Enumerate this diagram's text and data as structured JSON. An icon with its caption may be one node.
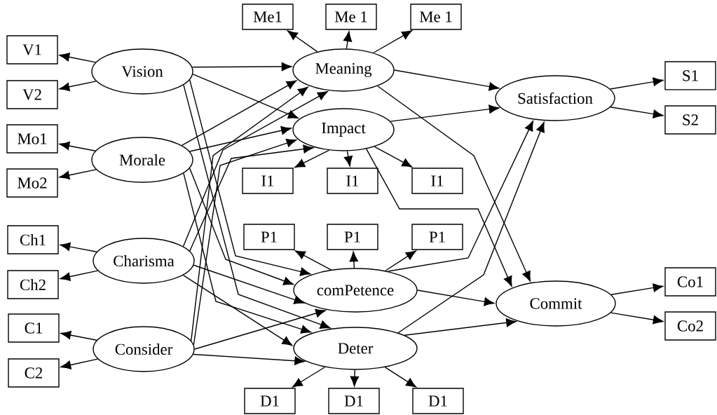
{
  "diagram": {
    "nodes": [
      {
        "text": [
          "V1"
        ]
      },
      {
        "text": [
          "V2"
        ]
      },
      {
        "text": [
          "Mo1"
        ]
      },
      {
        "text": [
          "Mo2"
        ]
      },
      {
        "text": [
          "Ch1"
        ]
      },
      {
        "text": [
          "Ch2"
        ]
      },
      {
        "text": [
          "C1"
        ]
      },
      {
        "text": [
          "C2"
        ]
      },
      {
        "text": [
          "Vision"
        ]
      },
      {
        "text": [
          "Morale"
        ]
      },
      {
        "text": [
          "Charisma"
        ]
      },
      {
        "text": [
          "Consider"
        ]
      },
      {
        "text": [
          "Me1"
        ]
      },
      {
        "text": [
          "Me 1"
        ]
      },
      {
        "text": [
          "Me 1"
        ]
      },
      {
        "text": [
          "Meaning"
        ]
      },
      {
        "text": [
          "Impact"
        ]
      },
      {
        "text": [
          "I1"
        ]
      },
      {
        "text": [
          "I1"
        ]
      },
      {
        "text": [
          "I1"
        ]
      },
      {
        "text": [
          "P1"
        ]
      },
      {
        "text": [
          "P1"
        ]
      },
      {
        "text": [
          "P1"
        ]
      },
      {
        "text": [
          "comPetence"
        ]
      },
      {
        "text": [
          "Deter"
        ]
      },
      {
        "text": [
          "D1"
        ]
      },
      {
        "text": [
          "D1"
        ]
      },
      {
        "text": [
          "D1"
        ]
      },
      {
        "text": [
          "Satisfaction"
        ]
      },
      {
        "text": [
          "Commit"
        ]
      },
      {
        "text": [
          "S1"
        ]
      },
      {
        "text": [
          "S2"
        ]
      },
      {
        "text": [
          "Co1"
        ]
      },
      {
        "text": [
          "Co2"
        ]
      }
    ],
    "edges": [
      {
        "from": 8,
        "to": 0,
        "arrow": "to"
      },
      {
        "from": 8,
        "to": 1,
        "arrow": "to"
      },
      {
        "from": 9,
        "to": 2,
        "arrow": "to"
      },
      {
        "from": 9,
        "to": 3,
        "arrow": "to"
      },
      {
        "from": 10,
        "to": 4,
        "arrow": "to"
      },
      {
        "from": 10,
        "to": 5,
        "arrow": "to"
      },
      {
        "from": 11,
        "to": 6,
        "arrow": "to"
      },
      {
        "from": 11,
        "to": 7,
        "arrow": "to"
      },
      {
        "from": 8,
        "to": 15,
        "arrow": "to"
      },
      {
        "from": 8,
        "to": 16,
        "arrow": "to"
      },
      {
        "from": 8,
        "to": 23,
        "arrow": "to"
      },
      {
        "from": 8,
        "to": 24,
        "arrow": "to"
      },
      {
        "from": 9,
        "to": 15,
        "arrow": "to"
      },
      {
        "from": 9,
        "to": 16,
        "arrow": "to"
      },
      {
        "from": 9,
        "to": 23,
        "arrow": "to"
      },
      {
        "from": 9,
        "to": 24,
        "arrow": "to"
      },
      {
        "from": 10,
        "to": 15,
        "arrow": "to"
      },
      {
        "from": 10,
        "to": 16,
        "arrow": "to"
      },
      {
        "from": 10,
        "to": 23,
        "arrow": "to"
      },
      {
        "from": 10,
        "to": 24,
        "arrow": "to"
      },
      {
        "from": 11,
        "to": 15,
        "arrow": "to"
      },
      {
        "from": 11,
        "to": 16,
        "arrow": "to"
      },
      {
        "from": 11,
        "to": 23,
        "arrow": "to"
      },
      {
        "from": 11,
        "to": 24,
        "arrow": "to"
      },
      {
        "from": 15,
        "to": 12,
        "arrow": "to"
      },
      {
        "from": 15,
        "to": 13,
        "arrow": "to"
      },
      {
        "from": 15,
        "to": 14,
        "arrow": "to"
      },
      {
        "from": 16,
        "to": 17,
        "arrow": "to"
      },
      {
        "from": 16,
        "to": 18,
        "arrow": "to"
      },
      {
        "from": 16,
        "to": 19,
        "arrow": "to"
      },
      {
        "from": 23,
        "to": 20,
        "arrow": "to"
      },
      {
        "from": 23,
        "to": 21,
        "arrow": "to"
      },
      {
        "from": 23,
        "to": 22,
        "arrow": "to"
      },
      {
        "from": 24,
        "to": 25,
        "arrow": "to"
      },
      {
        "from": 24,
        "to": 26,
        "arrow": "to"
      },
      {
        "from": 24,
        "to": 27,
        "arrow": "to"
      },
      {
        "from": 15,
        "to": 28,
        "arrow": "to"
      },
      {
        "from": 16,
        "to": 28,
        "arrow": "to"
      },
      {
        "from": 23,
        "to": 28,
        "arrow": "to"
      },
      {
        "from": 24,
        "to": 28,
        "arrow": "to"
      },
      {
        "from": 15,
        "to": 29,
        "arrow": "to"
      },
      {
        "from": 16,
        "to": 29,
        "arrow": "to"
      },
      {
        "from": 23,
        "to": 29,
        "arrow": "to"
      },
      {
        "from": 24,
        "to": 29,
        "arrow": "to"
      },
      {
        "from": 28,
        "to": 30,
        "arrow": "to"
      },
      {
        "from": 28,
        "to": 31,
        "arrow": "to"
      },
      {
        "from": 29,
        "to": 32,
        "arrow": "to"
      },
      {
        "from": 29,
        "to": 33,
        "arrow": "to"
      }
    ]
  }
}
